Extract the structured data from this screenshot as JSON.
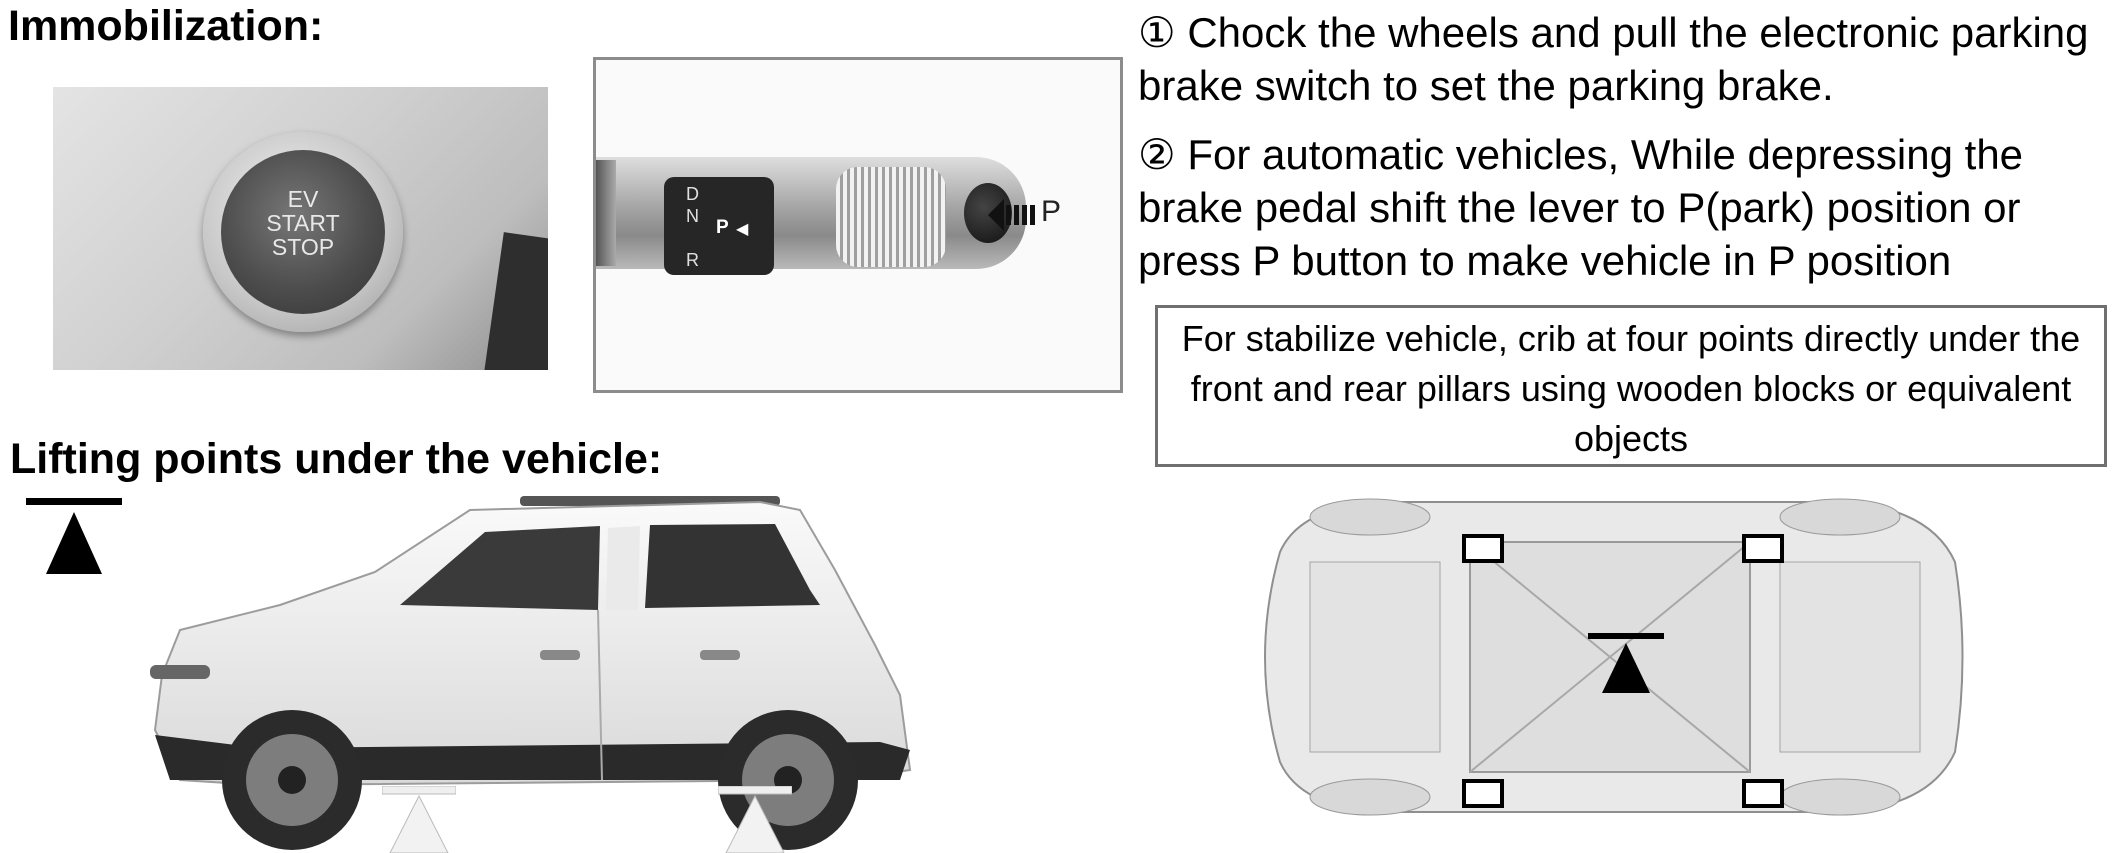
{
  "headings": {
    "immobilization": "Immobilization:",
    "lifting": "Lifting points under the vehicle:"
  },
  "instructions": {
    "step1": "① Chock the wheels and pull the electronic parking brake switch to set the parking brake.",
    "step2": "② For automatic vehicles, While depressing the brake pedal shift the lever to P(park) position or press P button to make vehicle in P position"
  },
  "note": "For stabilize vehicle, crib at four points directly under the front and rear pillars using wooden blocks or equivalent objects",
  "start_button": {
    "line1": "EV",
    "line2": "START",
    "line3": "STOP"
  },
  "shift_lever": {
    "gears": [
      "D",
      "N",
      "P",
      "R"
    ],
    "p_button_label": "P"
  },
  "icons": [
    "lift-point-symbol-icon",
    "lift-point-marker-icon",
    "crib-point-icon"
  ]
}
